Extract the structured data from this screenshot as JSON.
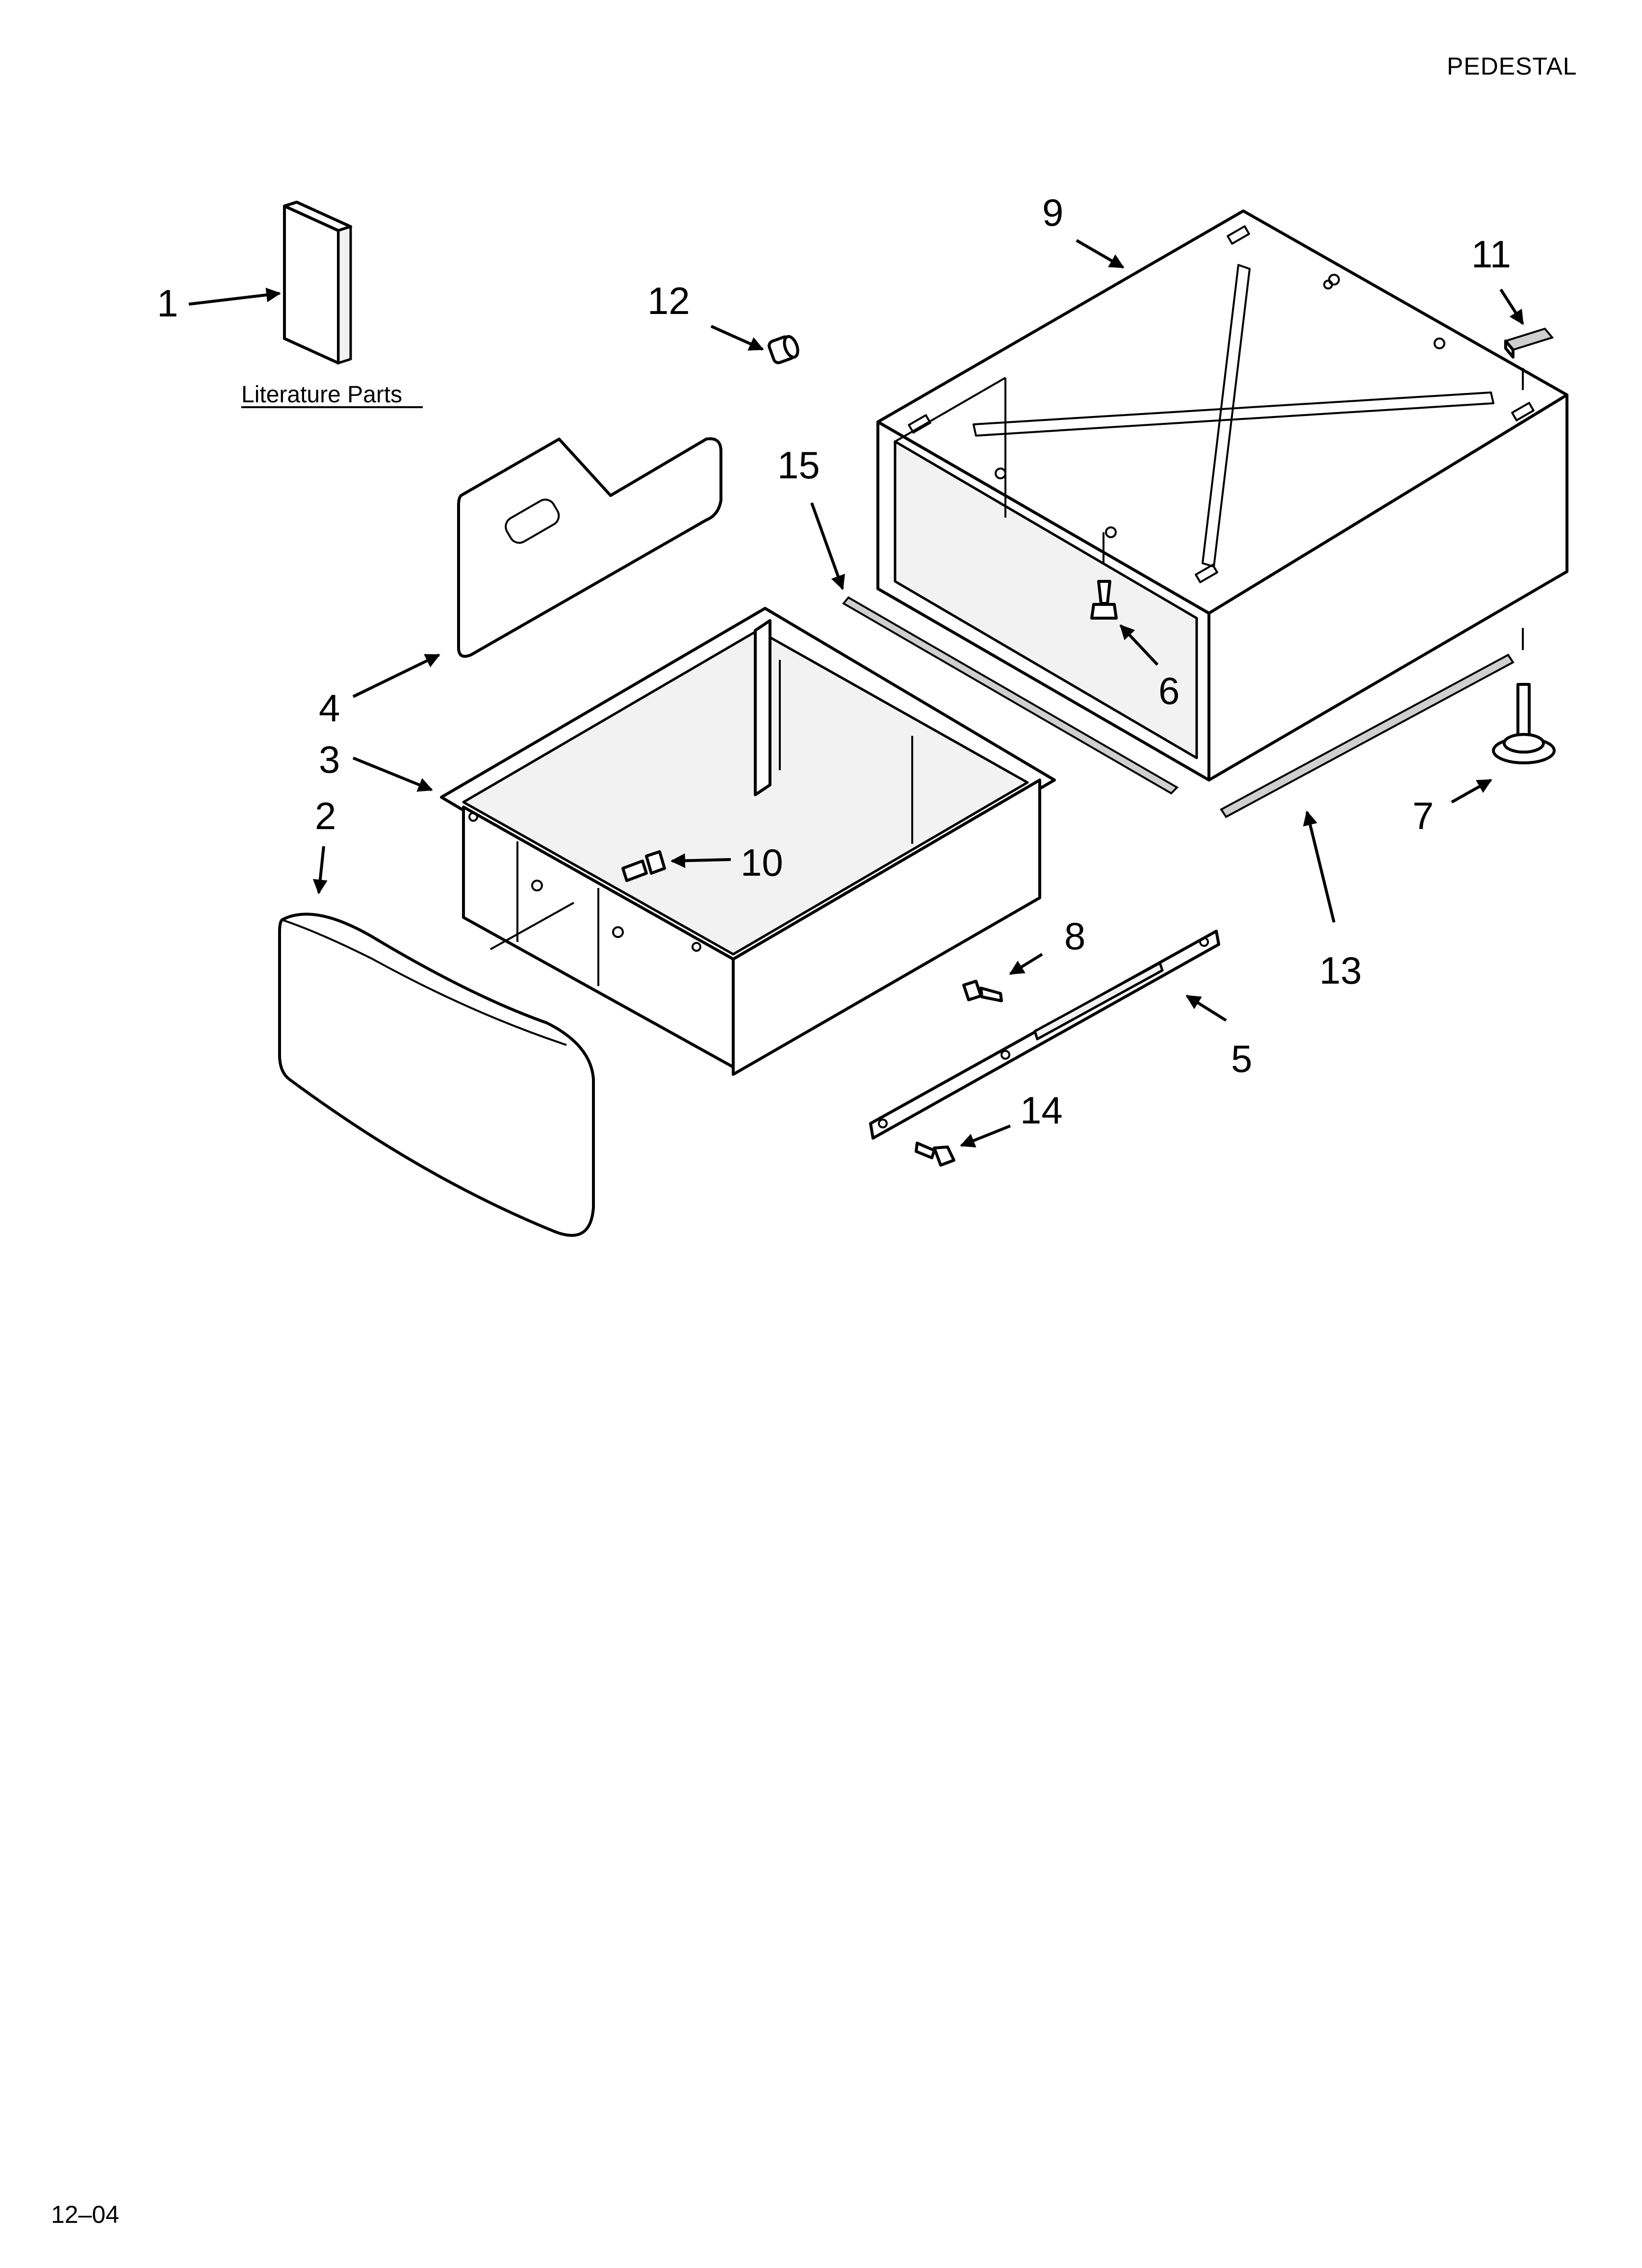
{
  "header": {
    "title": "PEDESTAL"
  },
  "footer": {
    "date_code": "12–04"
  },
  "literature": {
    "label": "Literature Parts"
  },
  "callouts": {
    "p1": "1",
    "p2": "2",
    "p3": "3",
    "p4": "4",
    "p5": "5",
    "p6": "6",
    "p7": "7",
    "p8": "8",
    "p9": "9",
    "p10": "10",
    "p11": "11",
    "p12": "12",
    "p13": "13",
    "p14": "14",
    "p15": "15"
  },
  "icons": [
    "arrowhead-icon"
  ]
}
